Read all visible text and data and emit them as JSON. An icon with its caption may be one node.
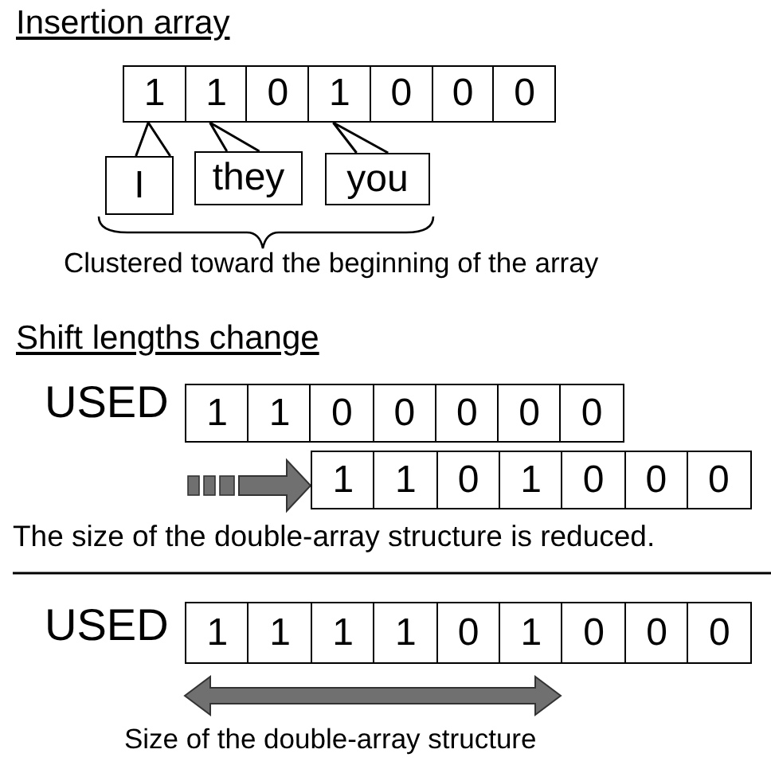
{
  "diagram": {
    "nodes": [
      {
        "text": [
          "1"
        ]
      },
      {
        "text": [
          "1"
        ]
      },
      {
        "text": [
          "0"
        ]
      },
      {
        "text": [
          "1"
        ]
      },
      {
        "text": [
          "0"
        ]
      },
      {
        "text": [
          "0"
        ]
      },
      {
        "text": [
          "0"
        ]
      },
      {
        "text": [
          "I"
        ]
      },
      {
        "text": [
          "they"
        ]
      },
      {
        "text": [
          "you"
        ]
      },
      {
        "text": [
          "1"
        ]
      },
      {
        "text": [
          "1"
        ]
      },
      {
        "text": [
          "0"
        ]
      },
      {
        "text": [
          "0"
        ]
      },
      {
        "text": [
          "0"
        ]
      },
      {
        "text": [
          "0"
        ]
      },
      {
        "text": [
          "0"
        ]
      },
      {
        "text": [
          "1"
        ]
      },
      {
        "text": [
          "1"
        ]
      },
      {
        "text": [
          "0"
        ]
      },
      {
        "text": [
          "1"
        ]
      },
      {
        "text": [
          "0"
        ]
      },
      {
        "text": [
          "0"
        ]
      },
      {
        "text": [
          "0"
        ]
      },
      {
        "text": [
          "1"
        ]
      },
      {
        "text": [
          "1"
        ]
      },
      {
        "text": [
          "1"
        ]
      },
      {
        "text": [
          "1"
        ]
      },
      {
        "text": [
          "0"
        ]
      },
      {
        "text": [
          "1"
        ]
      },
      {
        "text": [
          "0"
        ]
      },
      {
        "text": [
          "0"
        ]
      },
      {
        "text": [
          "0"
        ]
      }
    ],
    "edges": [
      {
        "from": 7,
        "to": 0,
        "arrow": "none"
      },
      {
        "from": 8,
        "to": 1,
        "arrow": "none"
      },
      {
        "from": 9,
        "to": 3,
        "arrow": "none"
      },
      {
        "from": null,
        "to": 17,
        "arrow": "to"
      }
    ],
    "labels": [
      "Insertion array",
      "Clustered toward the beginning of the array",
      "Shift lengths change",
      "USED",
      "The size of the double-array structure is reduced.",
      "USED",
      "Size of the double-array structure"
    ]
  }
}
